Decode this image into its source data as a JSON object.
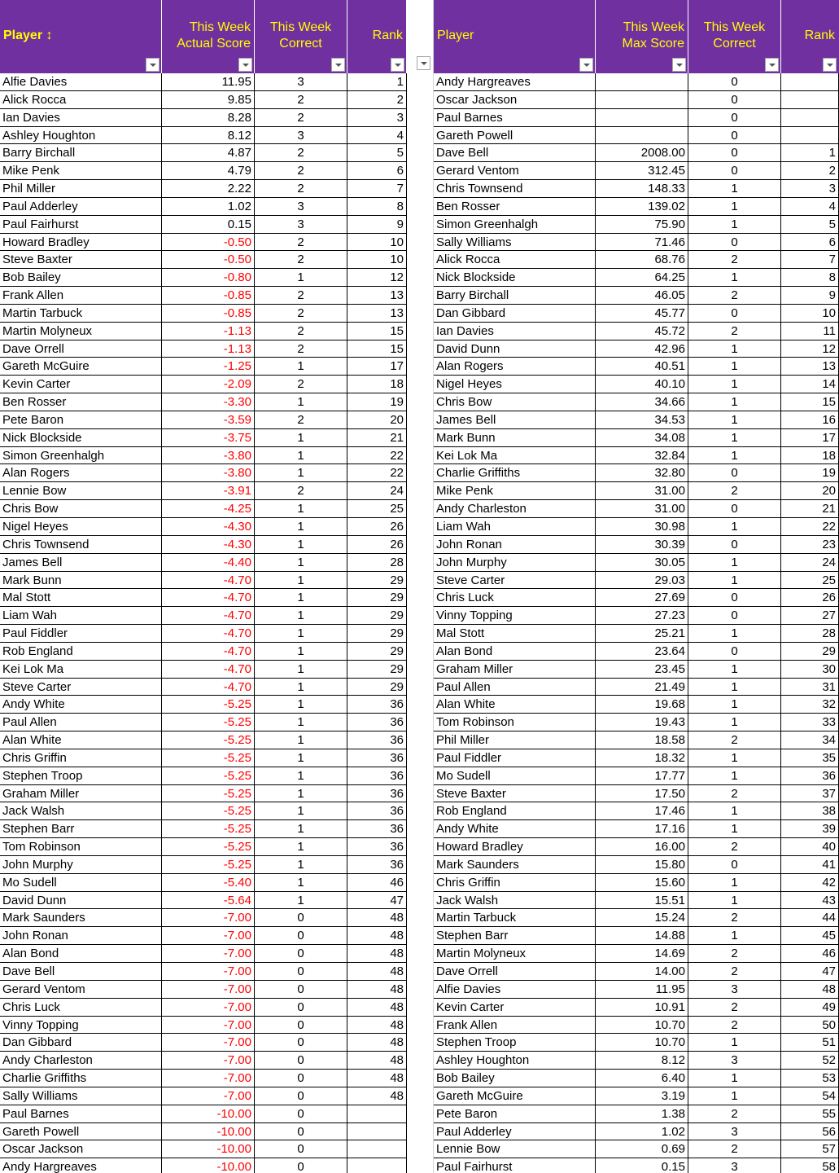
{
  "left_table": {
    "headers": {
      "player": "Player ↕",
      "score_line1": "This Week",
      "score_line2": "Actual Score",
      "correct_line1": "This Week",
      "correct_line2": "Correct",
      "rank": "Rank"
    },
    "rows": [
      {
        "player": "Alfie Davies",
        "score": "11.95",
        "correct": "3",
        "rank": "1"
      },
      {
        "player": "Alick Rocca",
        "score": "9.85",
        "correct": "2",
        "rank": "2"
      },
      {
        "player": "Ian Davies",
        "score": "8.28",
        "correct": "2",
        "rank": "3"
      },
      {
        "player": "Ashley Houghton",
        "score": "8.12",
        "correct": "3",
        "rank": "4"
      },
      {
        "player": "Barry Birchall",
        "score": "4.87",
        "correct": "2",
        "rank": "5"
      },
      {
        "player": "Mike Penk",
        "score": "4.79",
        "correct": "2",
        "rank": "6"
      },
      {
        "player": "Phil Miller",
        "score": "2.22",
        "correct": "2",
        "rank": "7"
      },
      {
        "player": "Paul Adderley",
        "score": "1.02",
        "correct": "3",
        "rank": "8"
      },
      {
        "player": "Paul Fairhurst",
        "score": "0.15",
        "correct": "3",
        "rank": "9"
      },
      {
        "player": "Howard Bradley",
        "score": "-0.50",
        "correct": "2",
        "rank": "10"
      },
      {
        "player": "Steve Baxter",
        "score": "-0.50",
        "correct": "2",
        "rank": "10"
      },
      {
        "player": "Bob Bailey",
        "score": "-0.80",
        "correct": "1",
        "rank": "12"
      },
      {
        "player": "Frank Allen",
        "score": "-0.85",
        "correct": "2",
        "rank": "13"
      },
      {
        "player": "Martin Tarbuck",
        "score": "-0.85",
        "correct": "2",
        "rank": "13"
      },
      {
        "player": "Martin Molyneux",
        "score": "-1.13",
        "correct": "2",
        "rank": "15"
      },
      {
        "player": "Dave Orrell",
        "score": "-1.13",
        "correct": "2",
        "rank": "15"
      },
      {
        "player": "Gareth McGuire",
        "score": "-1.25",
        "correct": "1",
        "rank": "17"
      },
      {
        "player": "Kevin Carter",
        "score": "-2.09",
        "correct": "2",
        "rank": "18"
      },
      {
        "player": "Ben Rosser",
        "score": "-3.30",
        "correct": "1",
        "rank": "19"
      },
      {
        "player": "Pete Baron",
        "score": "-3.59",
        "correct": "2",
        "rank": "20"
      },
      {
        "player": "Nick Blockside",
        "score": "-3.75",
        "correct": "1",
        "rank": "21"
      },
      {
        "player": "Simon Greenhalgh",
        "score": "-3.80",
        "correct": "1",
        "rank": "22"
      },
      {
        "player": "Alan Rogers",
        "score": "-3.80",
        "correct": "1",
        "rank": "22"
      },
      {
        "player": "Lennie Bow",
        "score": "-3.91",
        "correct": "2",
        "rank": "24"
      },
      {
        "player": "Chris Bow",
        "score": "-4.25",
        "correct": "1",
        "rank": "25"
      },
      {
        "player": "Nigel Heyes",
        "score": "-4.30",
        "correct": "1",
        "rank": "26"
      },
      {
        "player": "Chris Townsend",
        "score": "-4.30",
        "correct": "1",
        "rank": "26"
      },
      {
        "player": "James Bell",
        "score": "-4.40",
        "correct": "1",
        "rank": "28"
      },
      {
        "player": "Mark Bunn",
        "score": "-4.70",
        "correct": "1",
        "rank": "29"
      },
      {
        "player": "Mal Stott",
        "score": "-4.70",
        "correct": "1",
        "rank": "29"
      },
      {
        "player": "Liam Wah",
        "score": "-4.70",
        "correct": "1",
        "rank": "29"
      },
      {
        "player": "Paul Fiddler",
        "score": "-4.70",
        "correct": "1",
        "rank": "29"
      },
      {
        "player": "Rob England",
        "score": "-4.70",
        "correct": "1",
        "rank": "29"
      },
      {
        "player": "Kei Lok Ma",
        "score": "-4.70",
        "correct": "1",
        "rank": "29"
      },
      {
        "player": "Steve Carter",
        "score": "-4.70",
        "correct": "1",
        "rank": "29"
      },
      {
        "player": "Andy White",
        "score": "-5.25",
        "correct": "1",
        "rank": "36"
      },
      {
        "player": "Paul Allen",
        "score": "-5.25",
        "correct": "1",
        "rank": "36"
      },
      {
        "player": "Alan White",
        "score": "-5.25",
        "correct": "1",
        "rank": "36"
      },
      {
        "player": "Chris Griffin",
        "score": "-5.25",
        "correct": "1",
        "rank": "36"
      },
      {
        "player": "Stephen Troop",
        "score": "-5.25",
        "correct": "1",
        "rank": "36"
      },
      {
        "player": "Graham Miller",
        "score": "-5.25",
        "correct": "1",
        "rank": "36"
      },
      {
        "player": "Jack Walsh",
        "score": "-5.25",
        "correct": "1",
        "rank": "36"
      },
      {
        "player": "Stephen Barr",
        "score": "-5.25",
        "correct": "1",
        "rank": "36"
      },
      {
        "player": "Tom Robinson",
        "score": "-5.25",
        "correct": "1",
        "rank": "36"
      },
      {
        "player": "John Murphy",
        "score": "-5.25",
        "correct": "1",
        "rank": "36"
      },
      {
        "player": "Mo Sudell",
        "score": "-5.40",
        "correct": "1",
        "rank": "46"
      },
      {
        "player": "David Dunn",
        "score": "-5.64",
        "correct": "1",
        "rank": "47"
      },
      {
        "player": "Mark Saunders",
        "score": "-7.00",
        "correct": "0",
        "rank": "48"
      },
      {
        "player": "John Ronan",
        "score": "-7.00",
        "correct": "0",
        "rank": "48"
      },
      {
        "player": "Alan Bond",
        "score": "-7.00",
        "correct": "0",
        "rank": "48"
      },
      {
        "player": "Dave Bell",
        "score": "-7.00",
        "correct": "0",
        "rank": "48"
      },
      {
        "player": "Gerard Ventom",
        "score": "-7.00",
        "correct": "0",
        "rank": "48"
      },
      {
        "player": "Chris Luck",
        "score": "-7.00",
        "correct": "0",
        "rank": "48"
      },
      {
        "player": "Vinny Topping",
        "score": "-7.00",
        "correct": "0",
        "rank": "48"
      },
      {
        "player": "Dan Gibbard",
        "score": "-7.00",
        "correct": "0",
        "rank": "48"
      },
      {
        "player": "Andy Charleston",
        "score": "-7.00",
        "correct": "0",
        "rank": "48"
      },
      {
        "player": "Charlie Griffiths",
        "score": "-7.00",
        "correct": "0",
        "rank": "48"
      },
      {
        "player": "Sally Williams",
        "score": "-7.00",
        "correct": "0",
        "rank": "48"
      },
      {
        "player": "Paul Barnes",
        "score": "-10.00",
        "correct": "0",
        "rank": ""
      },
      {
        "player": "Gareth Powell",
        "score": "-10.00",
        "correct": "0",
        "rank": ""
      },
      {
        "player": "Oscar Jackson",
        "score": "-10.00",
        "correct": "0",
        "rank": ""
      },
      {
        "player": "Andy Hargreaves",
        "score": "-10.00",
        "correct": "0",
        "rank": ""
      }
    ]
  },
  "right_table": {
    "headers": {
      "player": "Player",
      "max_line1": "This Week",
      "max_line2": "Max Score",
      "correct_line1": "This Week",
      "correct_line2": "Correct",
      "rank": "Rank"
    },
    "rows": [
      {
        "player": "Andy Hargreaves",
        "max": "",
        "correct": "0",
        "rank": ""
      },
      {
        "player": "Oscar Jackson",
        "max": "",
        "correct": "0",
        "rank": ""
      },
      {
        "player": "Paul Barnes",
        "max": "",
        "correct": "0",
        "rank": ""
      },
      {
        "player": "Gareth Powell",
        "max": "",
        "correct": "0",
        "rank": ""
      },
      {
        "player": "Dave Bell",
        "max": "2008.00",
        "correct": "0",
        "rank": "1"
      },
      {
        "player": "Gerard Ventom",
        "max": "312.45",
        "correct": "0",
        "rank": "2"
      },
      {
        "player": "Chris Townsend",
        "max": "148.33",
        "correct": "1",
        "rank": "3"
      },
      {
        "player": "Ben Rosser",
        "max": "139.02",
        "correct": "1",
        "rank": "4"
      },
      {
        "player": "Simon Greenhalgh",
        "max": "75.90",
        "correct": "1",
        "rank": "5"
      },
      {
        "player": "Sally Williams",
        "max": "71.46",
        "correct": "0",
        "rank": "6"
      },
      {
        "player": "Alick Rocca",
        "max": "68.76",
        "correct": "2",
        "rank": "7"
      },
      {
        "player": "Nick Blockside",
        "max": "64.25",
        "correct": "1",
        "rank": "8"
      },
      {
        "player": "Barry Birchall",
        "max": "46.05",
        "correct": "2",
        "rank": "9"
      },
      {
        "player": "Dan Gibbard",
        "max": "45.77",
        "correct": "0",
        "rank": "10"
      },
      {
        "player": "Ian Davies",
        "max": "45.72",
        "correct": "2",
        "rank": "11"
      },
      {
        "player": "David Dunn",
        "max": "42.96",
        "correct": "1",
        "rank": "12"
      },
      {
        "player": "Alan Rogers",
        "max": "40.51",
        "correct": "1",
        "rank": "13"
      },
      {
        "player": "Nigel Heyes",
        "max": "40.10",
        "correct": "1",
        "rank": "14"
      },
      {
        "player": "Chris Bow",
        "max": "34.66",
        "correct": "1",
        "rank": "15"
      },
      {
        "player": "James Bell",
        "max": "34.53",
        "correct": "1",
        "rank": "16"
      },
      {
        "player": "Mark Bunn",
        "max": "34.08",
        "correct": "1",
        "rank": "17"
      },
      {
        "player": "Kei Lok Ma",
        "max": "32.84",
        "correct": "1",
        "rank": "18"
      },
      {
        "player": "Charlie Griffiths",
        "max": "32.80",
        "correct": "0",
        "rank": "19"
      },
      {
        "player": "Mike Penk",
        "max": "31.00",
        "correct": "2",
        "rank": "20"
      },
      {
        "player": "Andy Charleston",
        "max": "31.00",
        "correct": "0",
        "rank": "21"
      },
      {
        "player": "Liam Wah",
        "max": "30.98",
        "correct": "1",
        "rank": "22"
      },
      {
        "player": "John Ronan",
        "max": "30.39",
        "correct": "0",
        "rank": "23"
      },
      {
        "player": "John Murphy",
        "max": "30.05",
        "correct": "1",
        "rank": "24"
      },
      {
        "player": "Steve Carter",
        "max": "29.03",
        "correct": "1",
        "rank": "25"
      },
      {
        "player": "Chris Luck",
        "max": "27.69",
        "correct": "0",
        "rank": "26"
      },
      {
        "player": "Vinny Topping",
        "max": "27.23",
        "correct": "0",
        "rank": "27"
      },
      {
        "player": "Mal Stott",
        "max": "25.21",
        "correct": "1",
        "rank": "28"
      },
      {
        "player": "Alan Bond",
        "max": "23.64",
        "correct": "0",
        "rank": "29"
      },
      {
        "player": "Graham Miller",
        "max": "23.45",
        "correct": "1",
        "rank": "30"
      },
      {
        "player": "Paul Allen",
        "max": "21.49",
        "correct": "1",
        "rank": "31"
      },
      {
        "player": "Alan White",
        "max": "19.68",
        "correct": "1",
        "rank": "32"
      },
      {
        "player": "Tom Robinson",
        "max": "19.43",
        "correct": "1",
        "rank": "33"
      },
      {
        "player": "Phil Miller",
        "max": "18.58",
        "correct": "2",
        "rank": "34"
      },
      {
        "player": "Paul Fiddler",
        "max": "18.32",
        "correct": "1",
        "rank": "35"
      },
      {
        "player": "Mo Sudell",
        "max": "17.77",
        "correct": "1",
        "rank": "36"
      },
      {
        "player": "Steve Baxter",
        "max": "17.50",
        "correct": "2",
        "rank": "37"
      },
      {
        "player": "Rob England",
        "max": "17.46",
        "correct": "1",
        "rank": "38"
      },
      {
        "player": "Andy White",
        "max": "17.16",
        "correct": "1",
        "rank": "39"
      },
      {
        "player": "Howard Bradley",
        "max": "16.00",
        "correct": "2",
        "rank": "40"
      },
      {
        "player": "Mark Saunders",
        "max": "15.80",
        "correct": "0",
        "rank": "41"
      },
      {
        "player": "Chris Griffin",
        "max": "15.60",
        "correct": "1",
        "rank": "42"
      },
      {
        "player": "Jack Walsh",
        "max": "15.51",
        "correct": "1",
        "rank": "43"
      },
      {
        "player": "Martin Tarbuck",
        "max": "15.24",
        "correct": "2",
        "rank": "44"
      },
      {
        "player": "Stephen Barr",
        "max": "14.88",
        "correct": "1",
        "rank": "45"
      },
      {
        "player": "Martin Molyneux",
        "max": "14.69",
        "correct": "2",
        "rank": "46"
      },
      {
        "player": "Dave Orrell",
        "max": "14.00",
        "correct": "2",
        "rank": "47"
      },
      {
        "player": "Alfie Davies",
        "max": "11.95",
        "correct": "3",
        "rank": "48"
      },
      {
        "player": "Kevin Carter",
        "max": "10.91",
        "correct": "2",
        "rank": "49"
      },
      {
        "player": "Frank Allen",
        "max": "10.70",
        "correct": "2",
        "rank": "50"
      },
      {
        "player": "Stephen Troop",
        "max": "10.70",
        "correct": "1",
        "rank": "51"
      },
      {
        "player": "Ashley Houghton",
        "max": "8.12",
        "correct": "3",
        "rank": "52"
      },
      {
        "player": "Bob Bailey",
        "max": "6.40",
        "correct": "1",
        "rank": "53"
      },
      {
        "player": "Gareth McGuire",
        "max": "3.19",
        "correct": "1",
        "rank": "54"
      },
      {
        "player": "Pete Baron",
        "max": "1.38",
        "correct": "2",
        "rank": "55"
      },
      {
        "player": "Paul Adderley",
        "max": "1.02",
        "correct": "3",
        "rank": "56"
      },
      {
        "player": "Lennie Bow",
        "max": "0.69",
        "correct": "2",
        "rank": "57"
      },
      {
        "player": "Paul Fairhurst",
        "max": "0.15",
        "correct": "3",
        "rank": "58"
      }
    ]
  },
  "icons": {
    "filter": "filter-dropdown-icon"
  },
  "colors": {
    "header_bg": "#7030a0",
    "header_text": "#ffff00",
    "negative": "#ff0000"
  }
}
